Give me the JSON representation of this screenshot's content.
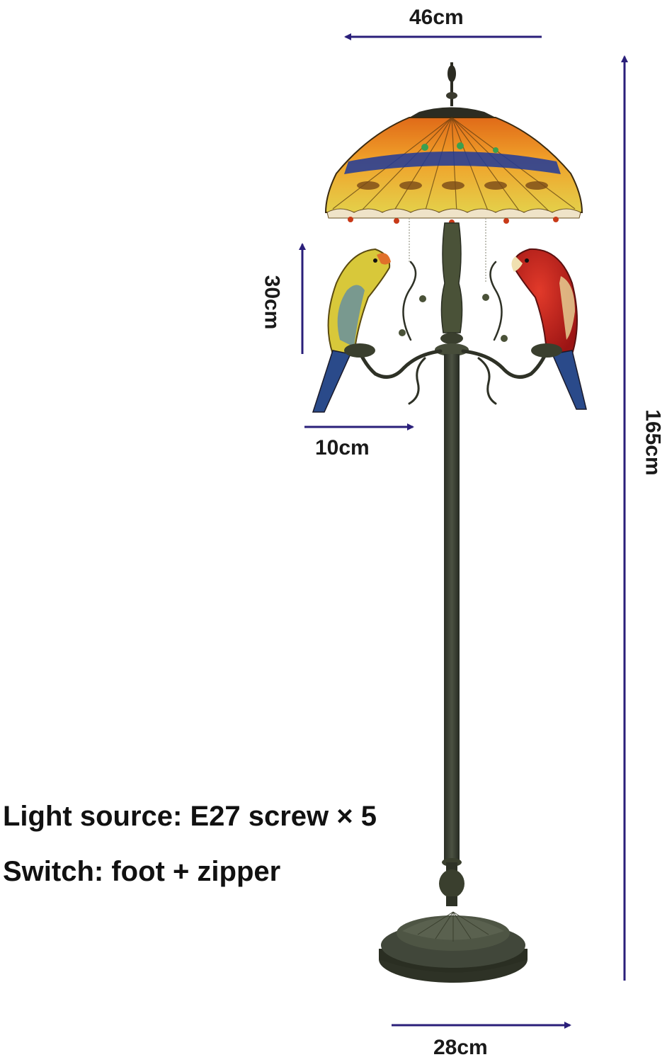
{
  "colors": {
    "arrow": "#2a1f7a",
    "metal": "#3a3f32",
    "shade_orange": "#e8871e",
    "shade_yellow": "#e6d23a",
    "shade_blue": "#1f3a9a",
    "parrot_red": "#c41e1e",
    "parrot_yellow": "#d8c83a"
  },
  "dimensions": {
    "shade_width": "46cm",
    "total_height": "165cm",
    "parrot_height": "30cm",
    "parrot_width": "10cm",
    "base_width": "28cm"
  },
  "specs": {
    "light_source": "Light source: E27 screw × 5",
    "switch": "Switch: foot + zipper"
  },
  "illustration": {
    "subject": "floor-lamp-icon"
  }
}
